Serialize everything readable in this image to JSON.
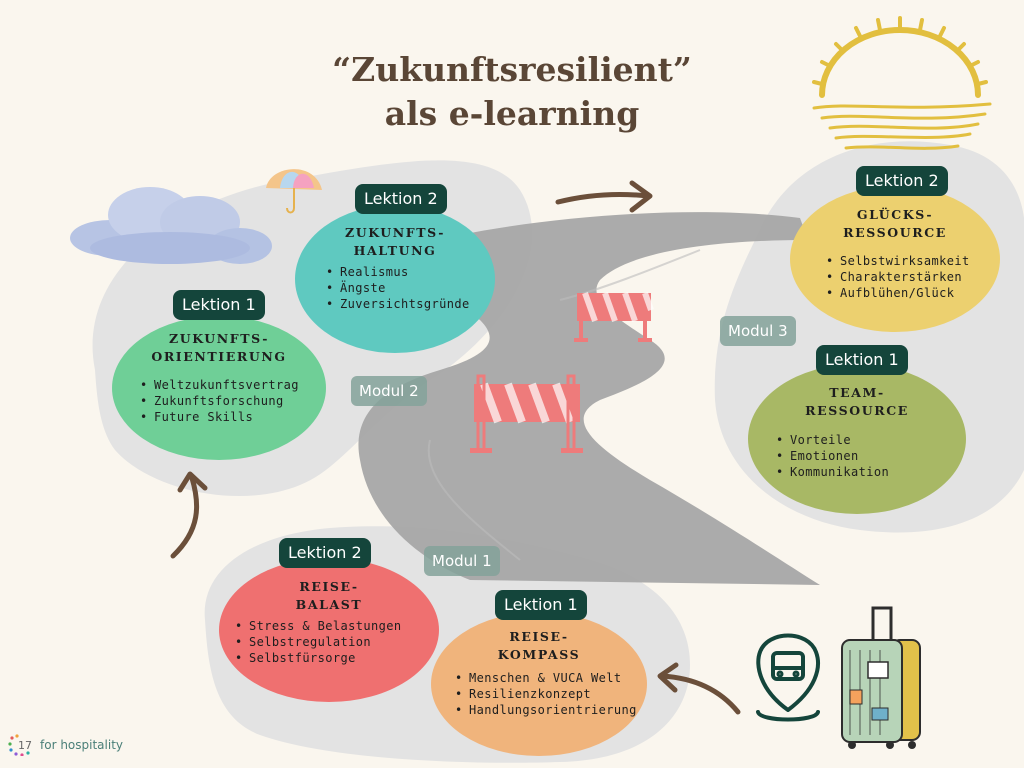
{
  "title": {
    "line1": "“Zukunftsresilient”",
    "line2": "als e-learning"
  },
  "moduls": [
    {
      "label": "Modul 1"
    },
    {
      "label": "Modul 2"
    },
    {
      "label": "Modul 3"
    }
  ],
  "lessons": [
    {
      "tag": "Lektion 1",
      "heading": [
        "ZUKUNFTS-",
        "ORIENTIERUNG"
      ],
      "bullets": [
        "Weltzukunftsvertrag",
        "Zukunftsforschung",
        "Future Skills"
      ],
      "color": "#6fcf97"
    },
    {
      "tag": "Lektion 2",
      "heading": [
        "ZUKUNFTS-",
        "HALTUNG"
      ],
      "bullets": [
        "Realismus",
        "Ängste",
        "Zuversichtsgründe"
      ],
      "color": "#5fc9c0"
    },
    {
      "tag": "Lektion 2",
      "heading": [
        "GLÜCKS-",
        "RESSOURCE"
      ],
      "bullets": [
        "Selbstwirksamkeit",
        "Charakterstärken",
        "Aufblühen/Glück"
      ],
      "color": "#ecd06f"
    },
    {
      "tag": "Lektion 1",
      "heading": [
        "TEAM-",
        "RESSOURCE"
      ],
      "bullets": [
        "Vorteile",
        "Emotionen",
        "Kommunikation"
      ],
      "color": "#a8b865"
    },
    {
      "tag": "Lektion 2",
      "heading": [
        "REISE-",
        "BALAST"
      ],
      "bullets": [
        "Stress & Belastungen",
        "Selbstregulation",
        "Selbstfürsorge"
      ],
      "color": "#ef7070"
    },
    {
      "tag": "Lektion 1",
      "heading": [
        "REISE-",
        "KOMPASS"
      ],
      "bullets": [
        "Menschen & VUCA Welt",
        "Resilienzkonzept",
        "Handlungsorientrierung"
      ],
      "color": "#f0b47c"
    }
  ],
  "logo": {
    "number": "17",
    "text": "for hospitality"
  },
  "colors": {
    "title": "#5a4636",
    "tag_bg": "#14453b",
    "modul_bg": "#84a29a",
    "blob": "#e3e3e3",
    "road": "#a6a6a6",
    "arrow": "#6b4f3a",
    "sun": "#e2bf3f",
    "barrier": "#ee7b7b"
  },
  "icons": [
    "cloud-icon",
    "umbrella-icon",
    "sun-icon",
    "road-icon",
    "barrier-icon",
    "arrow-icon",
    "bus-stop-icon",
    "suitcase-icon",
    "logo-icon"
  ]
}
